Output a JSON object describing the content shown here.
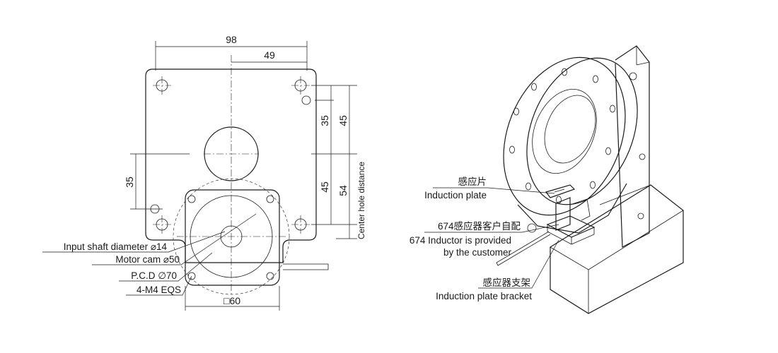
{
  "dimensions": {
    "overall_width": "98",
    "half_width": "49",
    "upper_hole_spacing": "35",
    "upper_to_center": "45",
    "lower_to_center": "45",
    "lower_span": "54",
    "left_hole_spacing": "35",
    "motor_square": "□60"
  },
  "vertical_note": "Center hole distance",
  "callouts": {
    "shaft_diameter": "Input shaft diameter ⌀14",
    "motor_cam": "Motor cam ⌀50",
    "pcd": "P.C.D ∅70",
    "screws": "4-M4 EQS"
  },
  "iso_labels": {
    "plate_cn": "感应片",
    "plate_en": "Induction plate",
    "inductor_cn": "674感应器客户自配",
    "inductor_en_line1": "674 Inductor is provided",
    "inductor_en_line2": "by the customer",
    "bracket_cn": "感应器支架",
    "bracket_en": "Induction plate bracket"
  }
}
